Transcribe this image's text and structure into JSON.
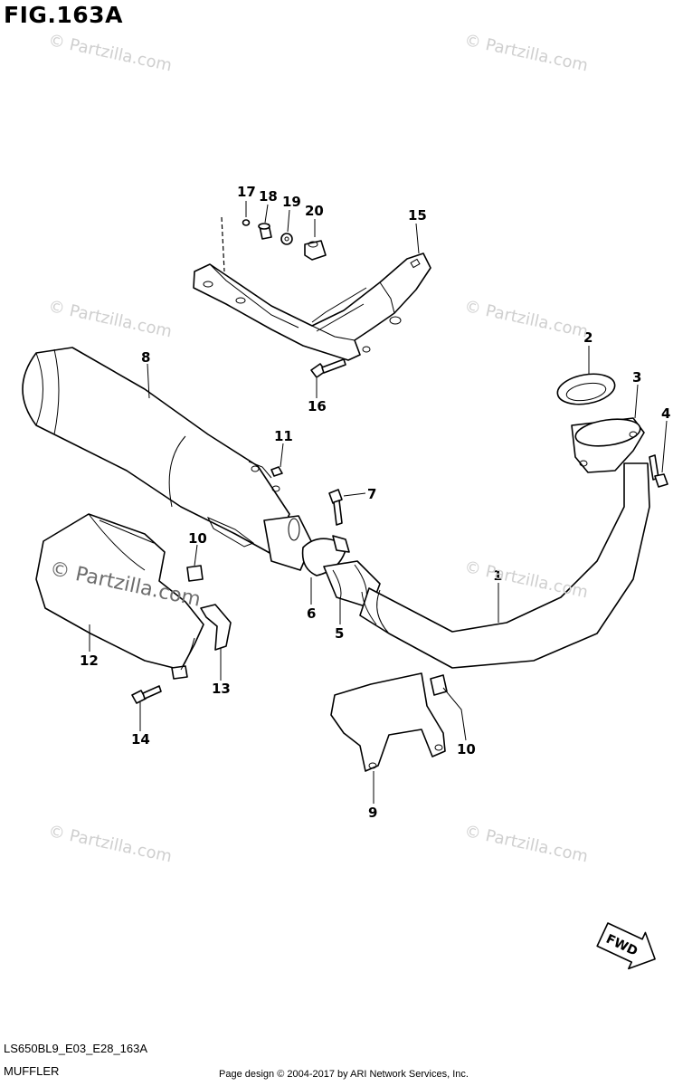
{
  "figure": {
    "title": "FIG.163A",
    "code": "LS650BL9_E03_E28_163A",
    "name": "MUFFLER",
    "copyright": "Page design © 2004-2017 by ARI Network Services, Inc.",
    "direction_label": "FWD"
  },
  "watermarks": {
    "small": "© Partzilla.com",
    "large": "© Partzilla.com"
  },
  "callouts": [
    "17",
    "18",
    "19",
    "20",
    "15",
    "8",
    "16",
    "11",
    "7",
    "2",
    "3",
    "4",
    "10",
    "6",
    "1",
    "5",
    "12",
    "13",
    "14",
    "10",
    "9"
  ],
  "colors": {
    "line": "#000000",
    "background": "#ffffff",
    "watermark": "#cfcfcf"
  }
}
